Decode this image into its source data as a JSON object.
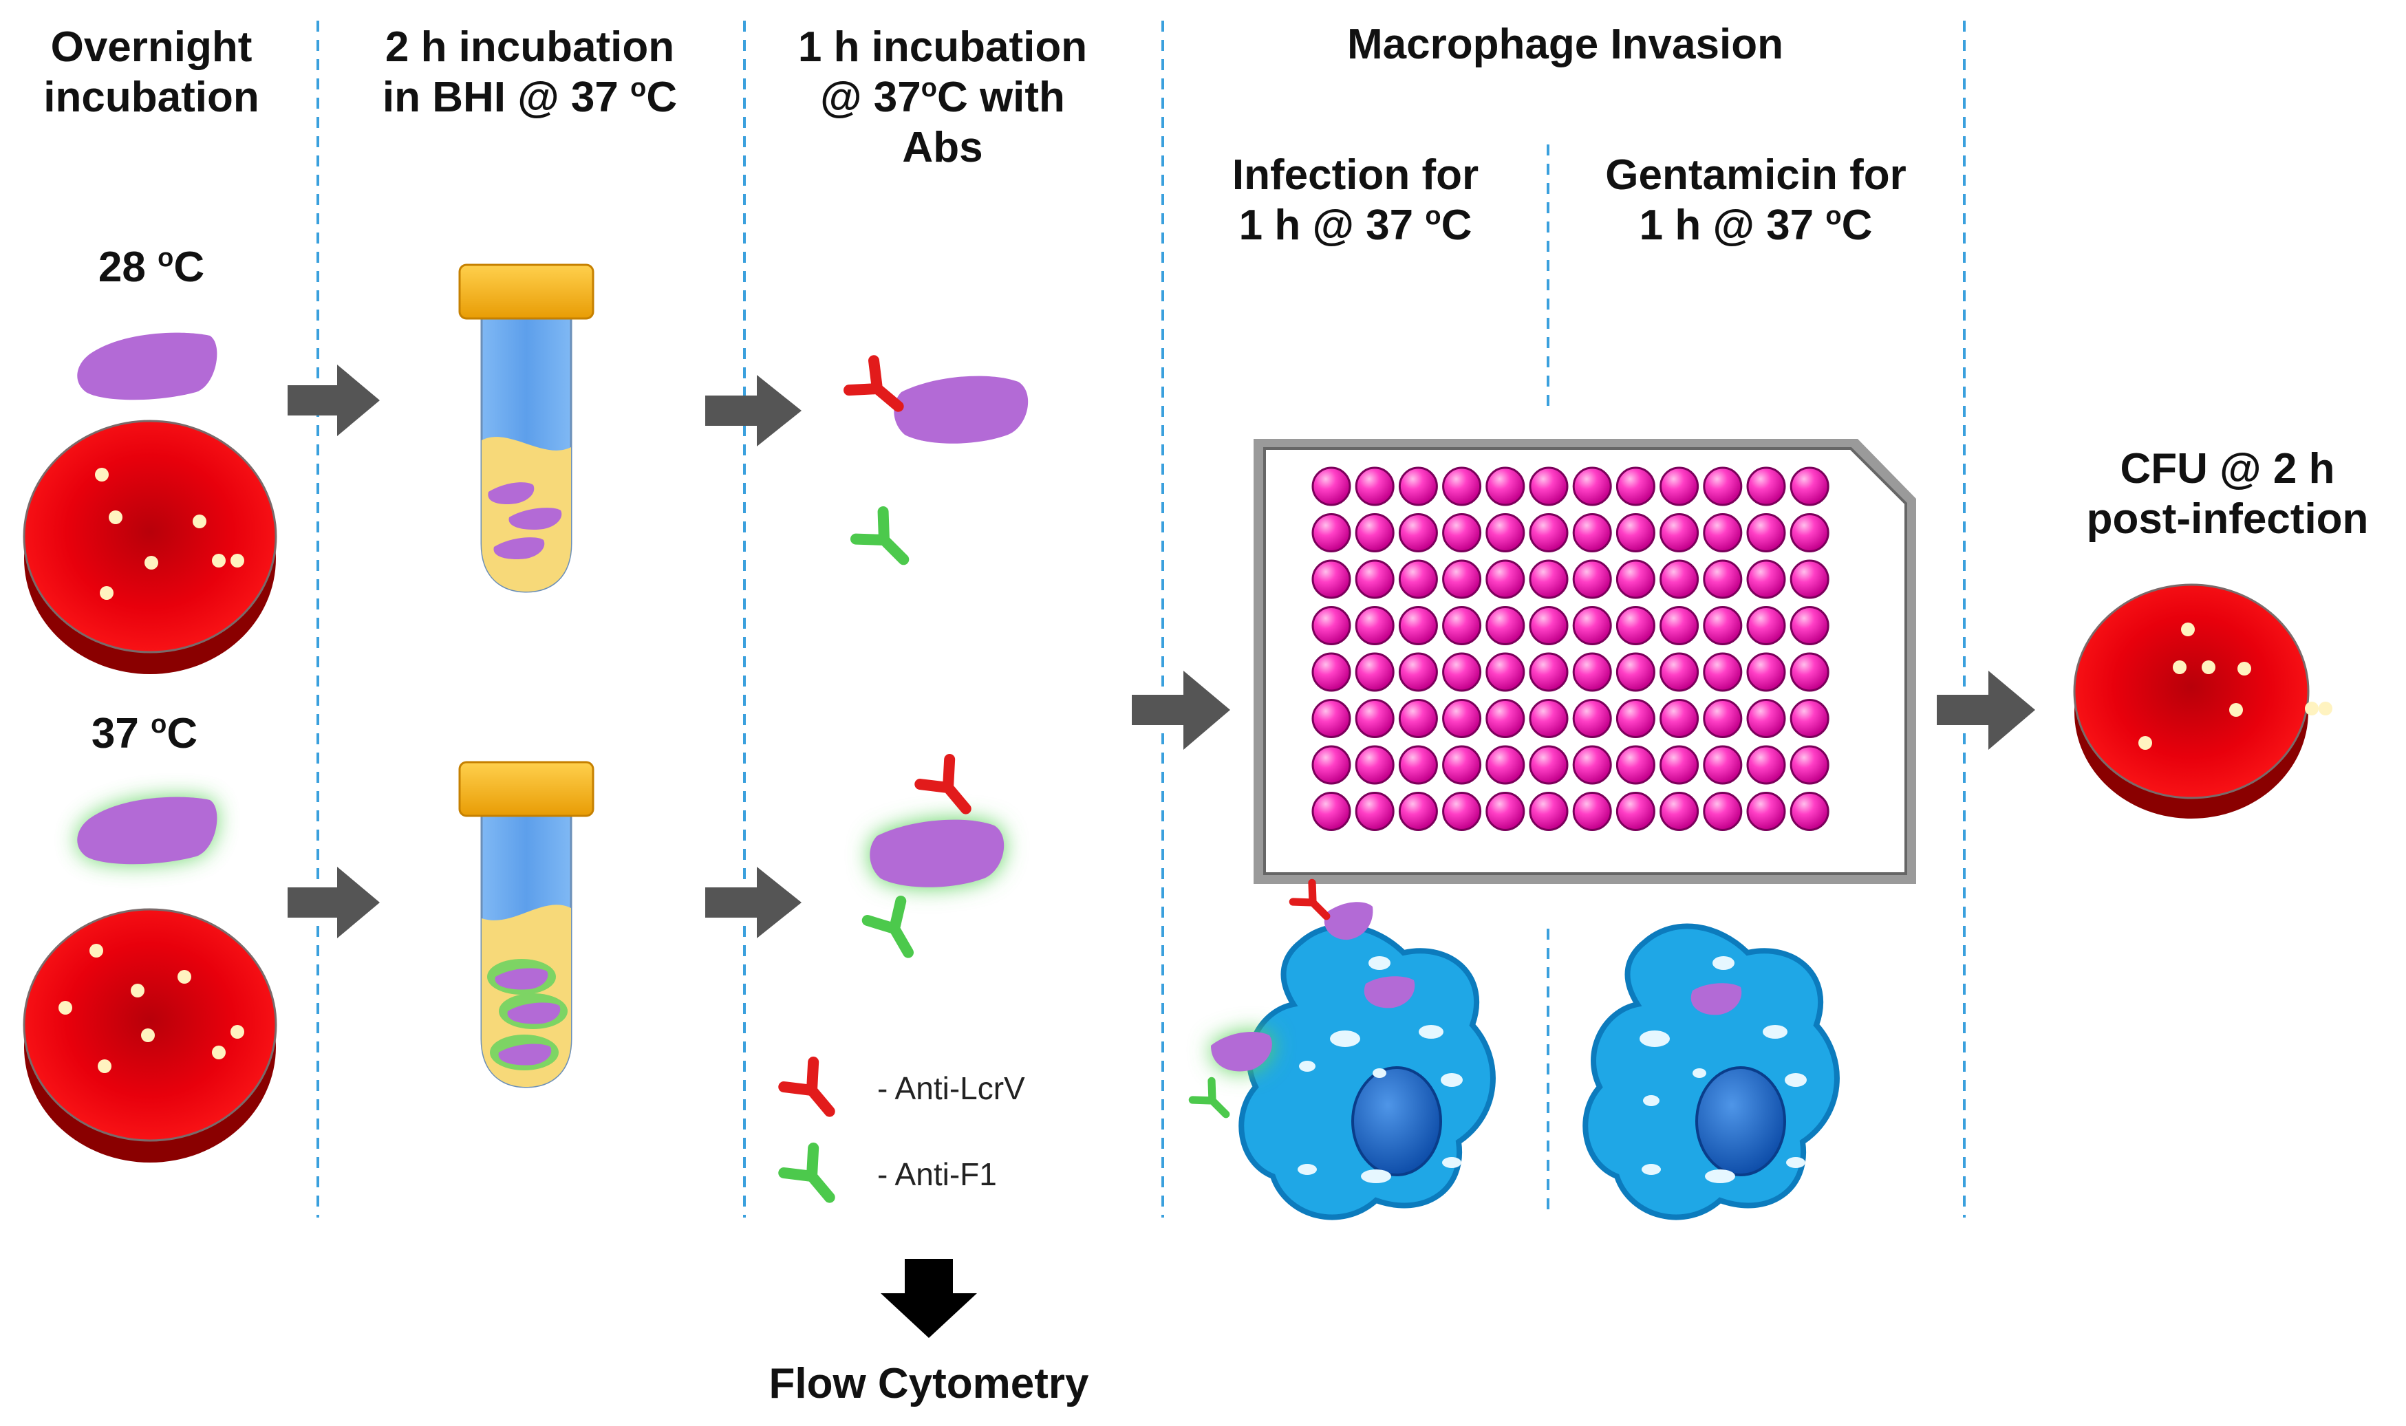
{
  "headers": {
    "col1": [
      "Overnight",
      "incubation"
    ],
    "col2_line1": "2 h incubation",
    "col2_line2_pre": "in BHI @ 37 ",
    "col2_line2_sup": "o",
    "col2_line2_post": "C",
    "col3_line1": "1 h incubation",
    "col3_line2_pre": "@ 37",
    "col3_line2_sup": "o",
    "col3_line2_post": "C with",
    "col3_line3": "Abs",
    "col4": "Macrophage Invasion",
    "sub_infection_line1": "Infection for",
    "sub_infection_line2_pre": "1 h @ 37 ",
    "sub_infection_line2_sup": "o",
    "sub_infection_line2_post": "C",
    "sub_gentamicin_line1": "Gentamicin for",
    "sub_gentamicin_line2_pre": "1 h @ 37 ",
    "sub_gentamicin_line2_sup": "o",
    "sub_gentamicin_line2_post": "C",
    "col5_line1": "CFU @ 2 h",
    "col5_line2": "post-infection"
  },
  "conditions": {
    "cond1_pre": "28 ",
    "cond1_sup": "o",
    "cond1_post": "C",
    "cond2_pre": "37 ",
    "cond2_sup": "o",
    "cond2_post": "C"
  },
  "legend": {
    "red_label": "- Anti-LcrV",
    "green_label": "- Anti-F1"
  },
  "footer": {
    "flow_label": "Flow Cytometry"
  },
  "plate": {
    "rows": 8,
    "cols": 12
  },
  "colors": {
    "agar_red": "#e8000c",
    "bacterium": "#b36ad6",
    "f1_glow": "#5fd35f",
    "antibody_red": "#e21b1b",
    "antibody_green": "#4cc94c",
    "well_pink": "#ff2fbf",
    "macrophage_blue": "#1fa7e6",
    "nucleus_blue": "#1466c8",
    "arrow_gray": "#555555",
    "divider_blue": "#3aa0dd",
    "tube_cap": "#f6b21b",
    "tube_media": "#6aa8ef",
    "tube_pellet": "#f7d979"
  }
}
